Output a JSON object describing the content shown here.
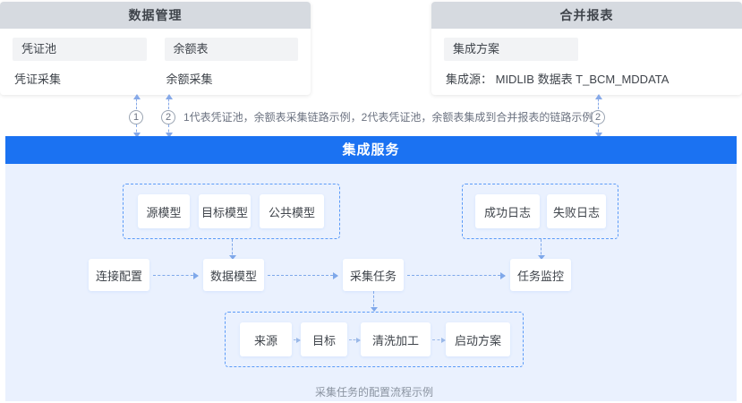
{
  "panels": [
    {
      "id": "data-management",
      "title": "数据管理",
      "fields": [
        "凭证池",
        "余额表"
      ],
      "subtexts": [
        "凭证采集",
        "余额采集"
      ]
    },
    {
      "id": "merge-report",
      "title": "合并报表",
      "fields": [
        "集成方案"
      ],
      "subtexts": [
        "集成源： MIDLIB 数据表 T_BCM_MDDATA"
      ]
    }
  ],
  "legend": {
    "marker_1": "1",
    "marker_2": "2",
    "marker_2b": "2",
    "text": "1代表凭证池，余额表采集链路示例，2代表凭证池，余额表集成到合并报表的链路示例"
  },
  "integration": {
    "bar_title": "集成服务",
    "model_group": [
      "源模型",
      "目标模型",
      "公共模型"
    ],
    "log_group": [
      "成功日志",
      "失败日志"
    ],
    "flow": [
      "连接配置",
      "数据模型",
      "采集任务",
      "任务监控"
    ],
    "task_group": [
      "来源",
      "目标",
      "清洗加工",
      "启动方案"
    ],
    "caption": "采集任务的配置流程示例"
  },
  "colors": {
    "brand_blue": "#1b72f2",
    "panel_header": "#d6dae0",
    "body_bg": "#eaf1fe",
    "field_bg": "#f2f3f5",
    "dashed_blue": "#5b9bf8"
  }
}
